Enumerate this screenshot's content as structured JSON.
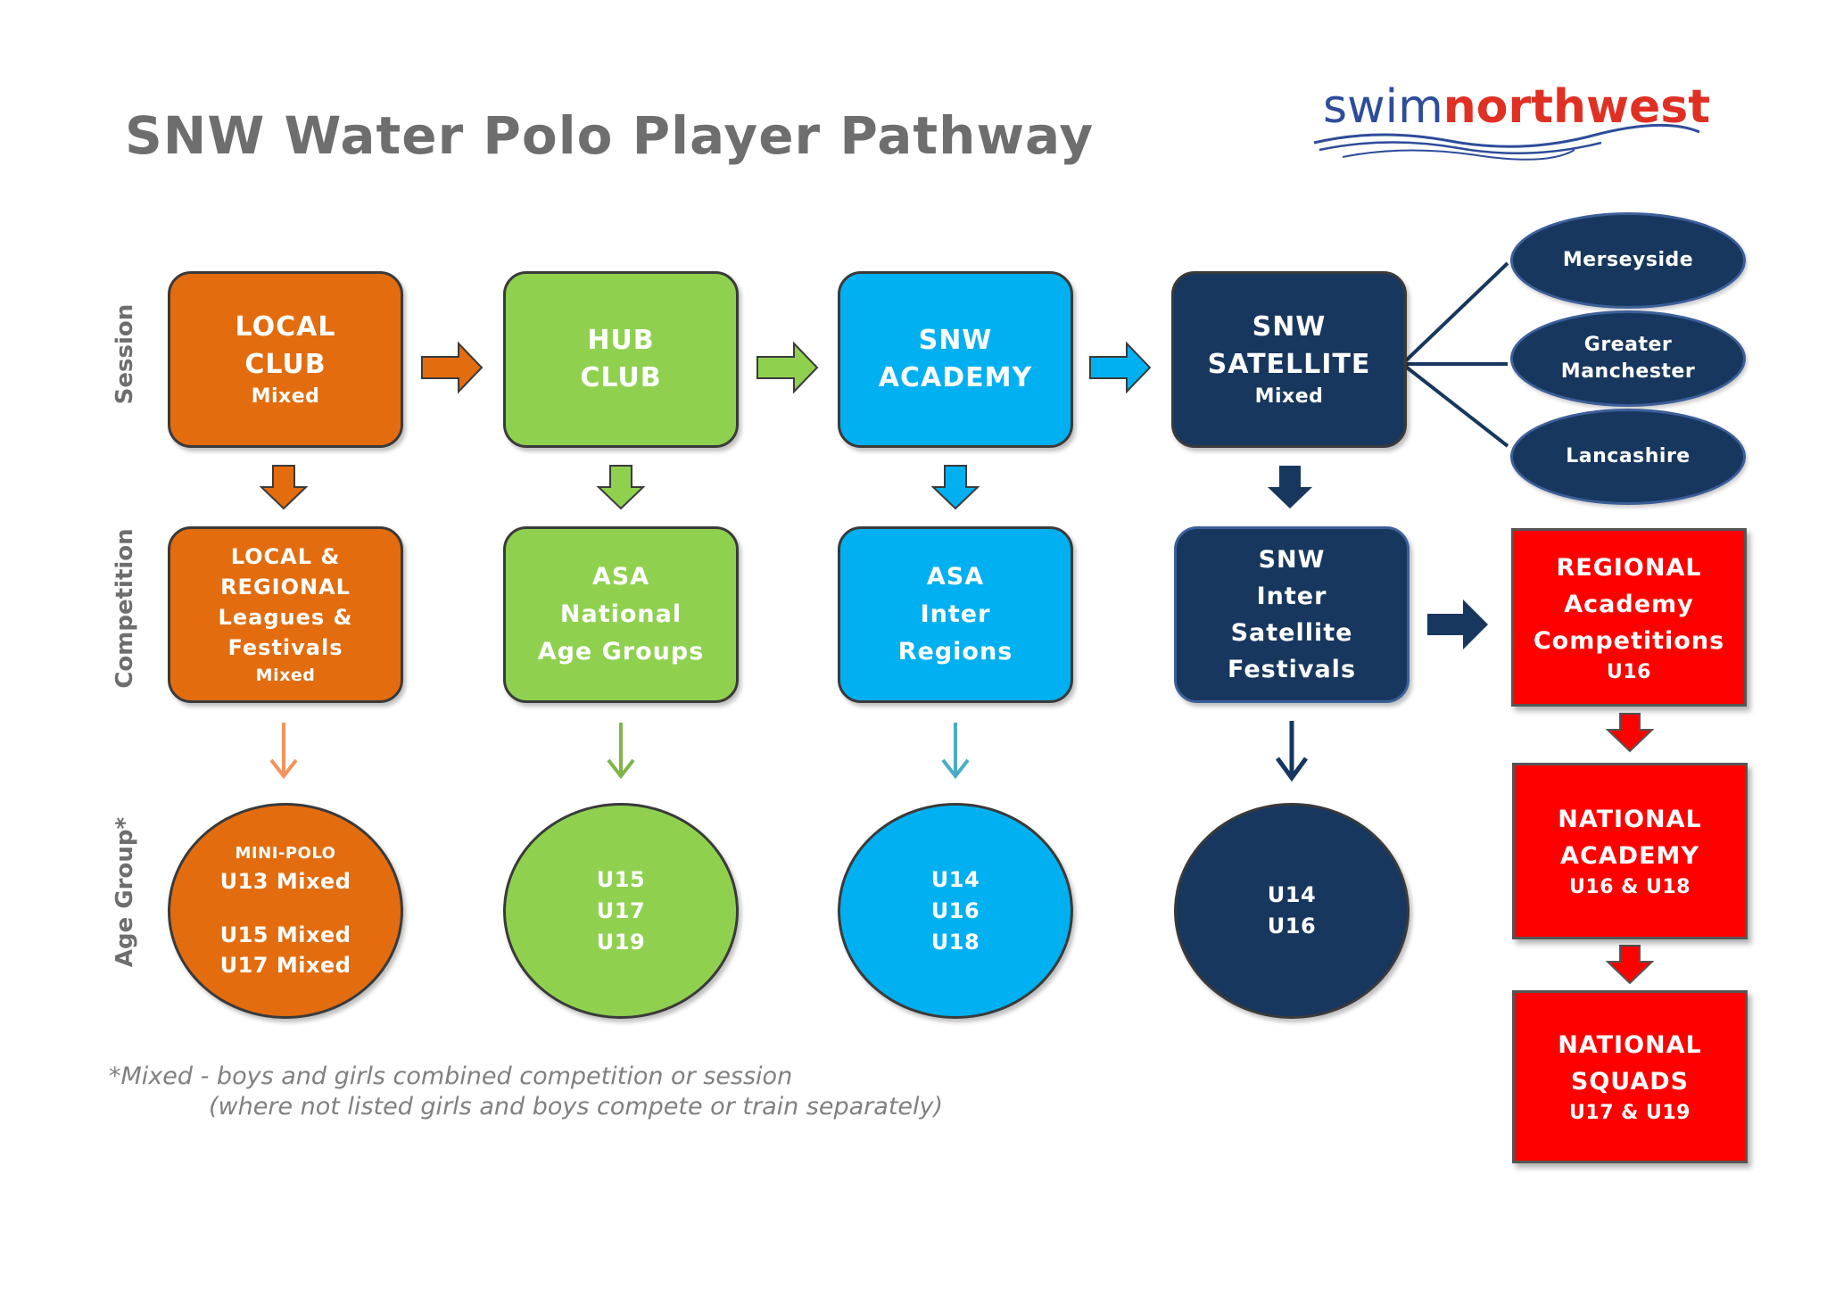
{
  "title": "SNW Water Polo Player Pathway",
  "logo": {
    "part1": "swim",
    "part2": "northwest"
  },
  "row_labels": {
    "session": "Session",
    "competition": "Competition",
    "age_group": "Age Group*"
  },
  "columns": {
    "local": {
      "session": [
        "LOCAL",
        "CLUB",
        "Mixed"
      ],
      "competition": [
        "LOCAL &",
        "REGIONAL",
        "Leagues &",
        "Festivals",
        "Mixed"
      ],
      "age": [
        "MINI-POLO",
        "U13 Mixed",
        "U15 Mixed",
        "U17 Mixed"
      ]
    },
    "hub": {
      "session": [
        "HUB",
        "CLUB"
      ],
      "competition": [
        "ASA",
        "National",
        "Age Groups"
      ],
      "age": [
        "U15",
        "U17",
        "U19"
      ]
    },
    "academy": {
      "session": [
        "SNW",
        "ACADEMY"
      ],
      "competition": [
        "ASA",
        "Inter",
        "Regions"
      ],
      "age": [
        "U14",
        "U16",
        "U18"
      ]
    },
    "satellite": {
      "session": [
        "SNW",
        "SATELLITE",
        "Mixed"
      ],
      "competition": [
        "SNW",
        "Inter",
        "Satellite",
        "Festivals"
      ],
      "age": [
        "U14",
        "U16"
      ]
    }
  },
  "satellites": [
    "Merseyside",
    "Greater",
    "Manchester",
    "Lancashire"
  ],
  "elite": {
    "regional": [
      "REGIONAL",
      "Academy",
      "Competitions",
      "U16"
    ],
    "national_academy": [
      "NATIONAL",
      "ACADEMY",
      "U16 & U18"
    ],
    "national_squads": [
      "NATIONAL",
      "SQUADS",
      "U17 & U19"
    ]
  },
  "footnote": {
    "line1": "*Mixed - boys and girls combined competition or session",
    "line2": "(where not listed girls and boys compete or train separately)"
  },
  "colors": {
    "orange": "#e36c0e",
    "green": "#8fd14f",
    "blue": "#00b0f0",
    "navy": "#17375e",
    "red": "#ff0000",
    "title_grey": "#6e6e6e"
  }
}
